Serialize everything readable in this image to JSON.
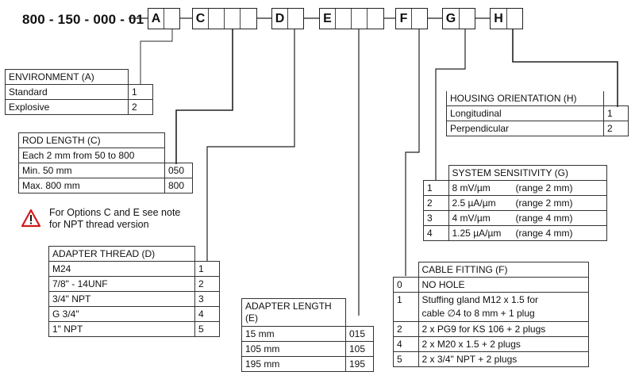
{
  "part_number": {
    "prefix": "800 - 150 - 000 - 01",
    "groups": [
      {
        "letter": "A",
        "blank_cells": 1
      },
      {
        "letter": "C",
        "blank_cells": 3
      },
      {
        "letter": "D",
        "blank_cells": 1
      },
      {
        "letter": "E",
        "blank_cells": 3
      },
      {
        "letter": "F",
        "blank_cells": 1
      },
      {
        "letter": "G",
        "blank_cells": 1
      },
      {
        "letter": "H",
        "blank_cells": 1
      }
    ]
  },
  "environment": {
    "title": "ENVIRONMENT (A)",
    "rows": [
      {
        "label": "Standard",
        "code": "1"
      },
      {
        "label": "Explosive",
        "code": "2"
      }
    ]
  },
  "rod_length": {
    "title": "ROD LENGTH (C)",
    "subtitle": "Each 2 mm from 50 to 800",
    "rows": [
      {
        "label": "Min. 50 mm",
        "code": "050"
      },
      {
        "label": "Max. 800 mm",
        "code": "800"
      }
    ]
  },
  "note": {
    "icon": "warning-triangle-icon",
    "line1": "For Options C and E see note",
    "line2": "for NPT thread version",
    "color": "#d11a1a"
  },
  "adapter_thread": {
    "title": "ADAPTER THREAD (D)",
    "rows": [
      {
        "label": "M24",
        "code": "1"
      },
      {
        "label": "7/8\" - 14UNF",
        "code": "2"
      },
      {
        "label": "3/4\" NPT",
        "code": "3"
      },
      {
        "label": "G 3/4\"",
        "code": "4"
      },
      {
        "label": "1\" NPT",
        "code": "5"
      }
    ]
  },
  "adapter_length": {
    "title_line1": "ADAPTER LENGTH",
    "title_line2": "(E)",
    "rows": [
      {
        "label": "15 mm",
        "code": "015"
      },
      {
        "label": "105 mm",
        "code": "105"
      },
      {
        "label": "195 mm",
        "code": "195"
      }
    ]
  },
  "cable_fitting": {
    "title": "CABLE FITTING (F)",
    "rows": [
      {
        "code": "0",
        "label": "NO HOLE"
      },
      {
        "code": "1",
        "label": "Stuffing gland M12 x 1.5 for",
        "label2": "cable ∅4 to 8 mm + 1 plug"
      },
      {
        "code": "2",
        "label": "2 x PG9 for KS 106 + 2 plugs"
      },
      {
        "code": "4",
        "label": "2 x M20 x 1.5 + 2 plugs"
      },
      {
        "code": "5",
        "label": "2 x 3/4\" NPT + 2 plugs"
      }
    ]
  },
  "system_sensitivity": {
    "title": "SYSTEM SENSITIVITY (G)",
    "rows": [
      {
        "code": "1",
        "value": "8 mV/µm",
        "range": "(range 2 mm)"
      },
      {
        "code": "2",
        "value": "2.5 µA/µm",
        "range": "(range 2 mm)"
      },
      {
        "code": "3",
        "value": "4 mV/µm",
        "range": "(range 4 mm)"
      },
      {
        "code": "4",
        "value": "1.25 µA/µm",
        "range": "(range 4 mm)"
      }
    ]
  },
  "housing_orientation": {
    "title": "HOUSING ORIENTATION (H)",
    "rows": [
      {
        "label": "Longitudinal",
        "code": "1"
      },
      {
        "label": "Perpendicular",
        "code": "2"
      }
    ]
  }
}
